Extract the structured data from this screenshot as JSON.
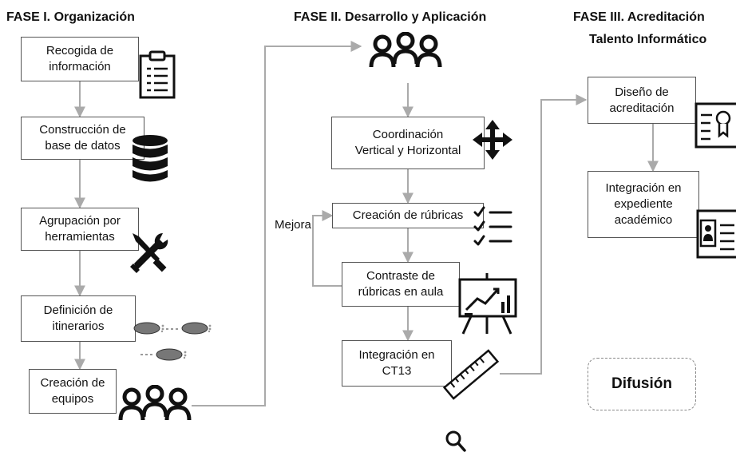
{
  "phase1": {
    "title": "FASE I. Organización",
    "steps": [
      "Recogida de\ninformación",
      "Construcción de\nbase de datos",
      "Agrupación por\nherramientas",
      "Definición de\nitinerarios",
      "Creación de\nequipos"
    ]
  },
  "phase2": {
    "title": "FASE II. Desarrollo y Aplicación",
    "steps": [
      "Coordinación\nVertical y Horizontal",
      "Creación de rúbricas",
      "Contraste de\nrúbricas en aula",
      "Integración en\nCT13"
    ],
    "loop_label": "Mejora"
  },
  "phase3": {
    "title_line1": "FASE III. Acreditación",
    "title_line2": "Talento Informático",
    "steps": [
      "Diseño de\nacreditación",
      "Integración en\nexpediente\nacadémico"
    ]
  },
  "dissemination": "Difusión",
  "colors": {
    "connector": "#aaaaaa",
    "border": "#555555",
    "icon": "#111111"
  },
  "icons": [
    "clipboard-icon",
    "database-icon",
    "tools-icon",
    "footprints-icon",
    "team-icon",
    "move-arrows-icon",
    "checklist-icon",
    "presentation-chart-icon",
    "ruler-icon",
    "magnifier-icon",
    "certificate-icon",
    "id-card-icon"
  ]
}
